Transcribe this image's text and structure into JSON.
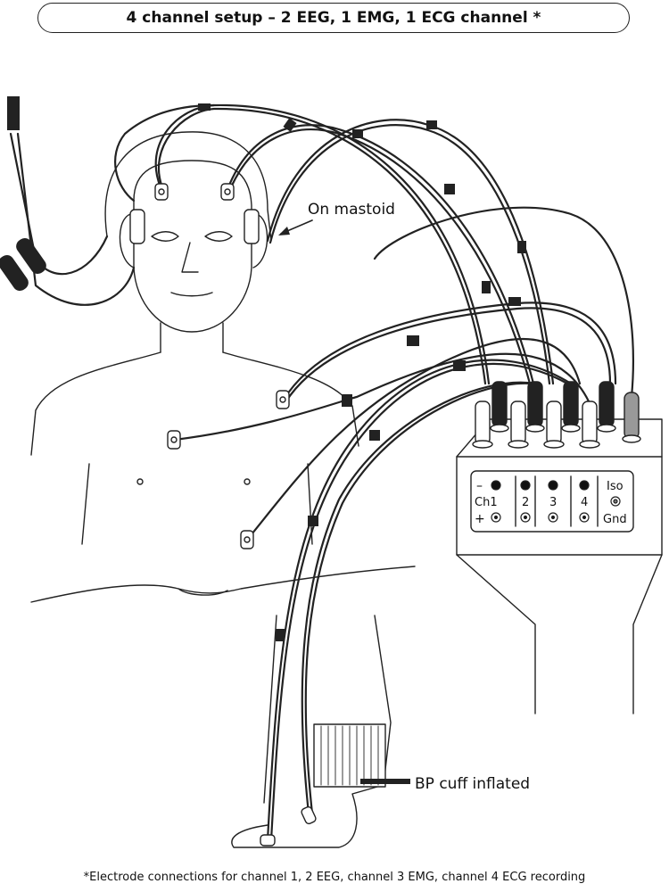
{
  "title": "4 channel setup – 2 EEG, 1 EMG, 1 ECG channel *",
  "footnote": "*Electrode connections for channel 1, 2 EEG, channel 3 EMG, channel 4 ECG recording",
  "callouts": {
    "mastoid": "On mastoid",
    "cuff": "BP cuff inflated"
  },
  "amplifier": {
    "minus": "–",
    "plus": "+",
    "ch1": "Ch1",
    "ch2": "2",
    "ch3": "3",
    "ch4": "4",
    "iso": "Iso",
    "gnd": "Gnd"
  }
}
